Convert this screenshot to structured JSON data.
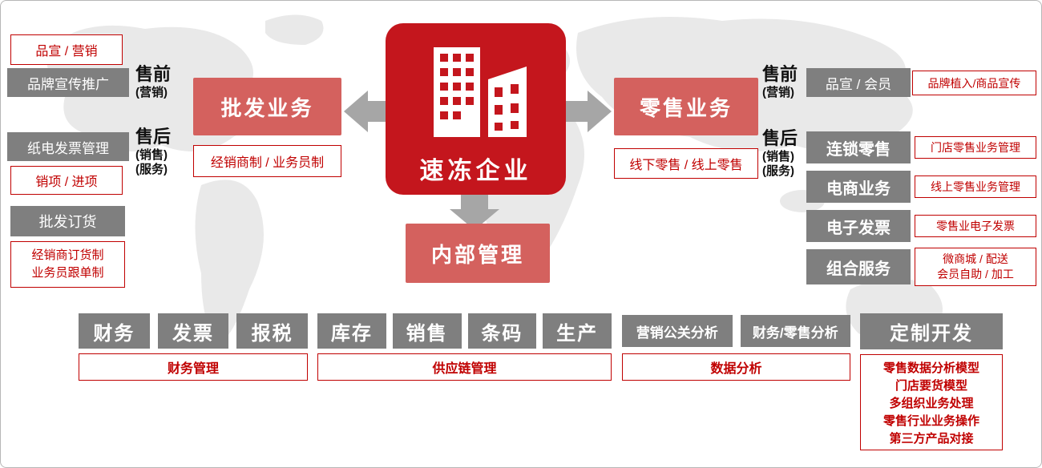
{
  "center": {
    "label": "速冻企业"
  },
  "wholesale": {
    "label": "批发业务",
    "note": "经销商制 / 业务员制"
  },
  "retail": {
    "label": "零售业务",
    "note": "线下零售 / 线上零售"
  },
  "internal": {
    "label": "内部管理"
  },
  "left": {
    "presale": {
      "title": "售前",
      "sub": "(营销)"
    },
    "postsale": {
      "title": "售后",
      "sub1": "(销售)",
      "sub2": "(服务)"
    },
    "brand_outline": "品宣 / 营销",
    "brand_box": "品牌宣传推广",
    "invoice_box": "纸电发票管理",
    "invoice_outline": "销项 / 进项",
    "order_box": "批发订货",
    "order_outline": [
      "经销商订货制",
      "业务员跟单制"
    ]
  },
  "right": {
    "presale": {
      "title": "售前",
      "sub": "(营销)"
    },
    "postsale": {
      "title": "售后",
      "sub1": "(销售)",
      "sub2": "(服务)"
    },
    "member_box": "品宣 / 会员",
    "member_outline": "品牌植入/商品宣传",
    "rows": [
      {
        "box": "连锁零售",
        "note": "门店零售业务管理"
      },
      {
        "box": "电商业务",
        "note": "线上零售业务管理"
      },
      {
        "box": "电子发票",
        "note": "零售业电子发票"
      },
      {
        "box": "组合服务",
        "note1": "微商城 / 配送",
        "note2": "会员自助 / 加工"
      }
    ]
  },
  "bottom": {
    "finance": {
      "items": [
        "财务",
        "发票",
        "报税"
      ],
      "label": "财务管理"
    },
    "supply": {
      "items": [
        "库存",
        "销售",
        "条码",
        "生产"
      ],
      "label": "供应链管理"
    },
    "analytics": {
      "items": [
        "营销公关分析",
        "财务/零售分析"
      ],
      "label": "数据分析"
    },
    "custom": {
      "box": "定制开发",
      "lines": [
        "零售数据分析模型",
        "门店要货模型",
        "多组织业务处理",
        "零售行业业务操作",
        "第三方产品对接"
      ]
    }
  },
  "colors": {
    "primary": "#c4161d",
    "accent": "#d4615e",
    "gray": "#7f7f7f",
    "outline_red": "#c00000",
    "arrow": "#a6a6a6"
  }
}
